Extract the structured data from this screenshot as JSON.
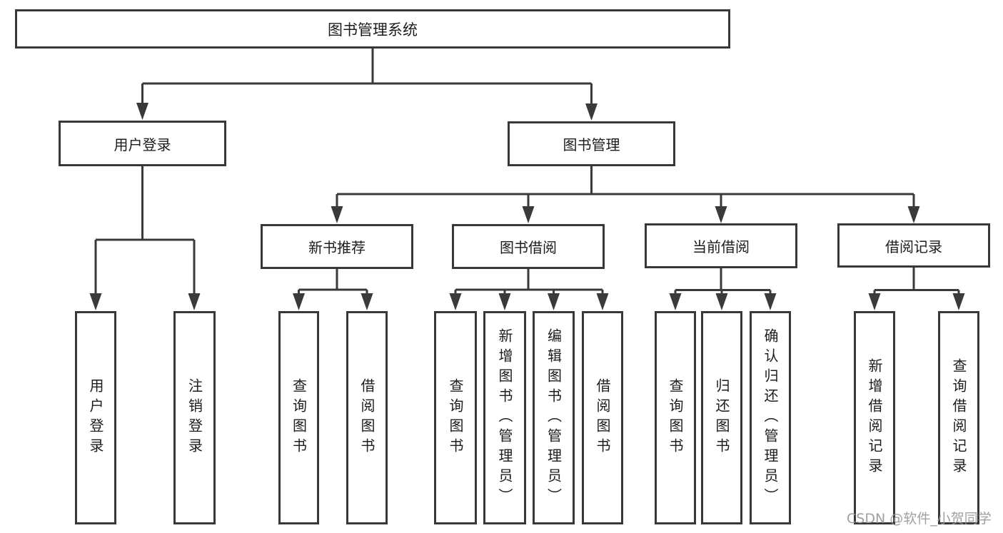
{
  "diagram": {
    "type": "hierarchy-tree",
    "colors": {
      "line": "#3a3a3a",
      "box_border": "#383838",
      "text": "#1c1c1c",
      "background": "#ffffff",
      "watermark": "#969696"
    }
  },
  "tree": {
    "label": "图书管理系统",
    "children": [
      {
        "label": "用户登录",
        "children": [
          {
            "label": "用户登录"
          },
          {
            "label": "注销登录"
          }
        ]
      },
      {
        "label": "图书管理",
        "children": [
          {
            "label": "新书推荐",
            "children": [
              {
                "label": "查询图书"
              },
              {
                "label": "借阅图书"
              }
            ]
          },
          {
            "label": "图书借阅",
            "children": [
              {
                "label": "查询图书"
              },
              {
                "label": "新增图书（管理员）"
              },
              {
                "label": "编辑图书（管理员）"
              },
              {
                "label": "借阅图书"
              }
            ]
          },
          {
            "label": "当前借阅",
            "children": [
              {
                "label": "查询图书"
              },
              {
                "label": "归还图书"
              },
              {
                "label": "确认归还（管理员）"
              }
            ]
          },
          {
            "label": "借阅记录",
            "children": [
              {
                "label": "新增借阅记录"
              },
              {
                "label": "查询借阅记录"
              }
            ]
          }
        ]
      }
    ]
  },
  "watermark": {
    "text": "CSDN @软件_小贺同学"
  }
}
